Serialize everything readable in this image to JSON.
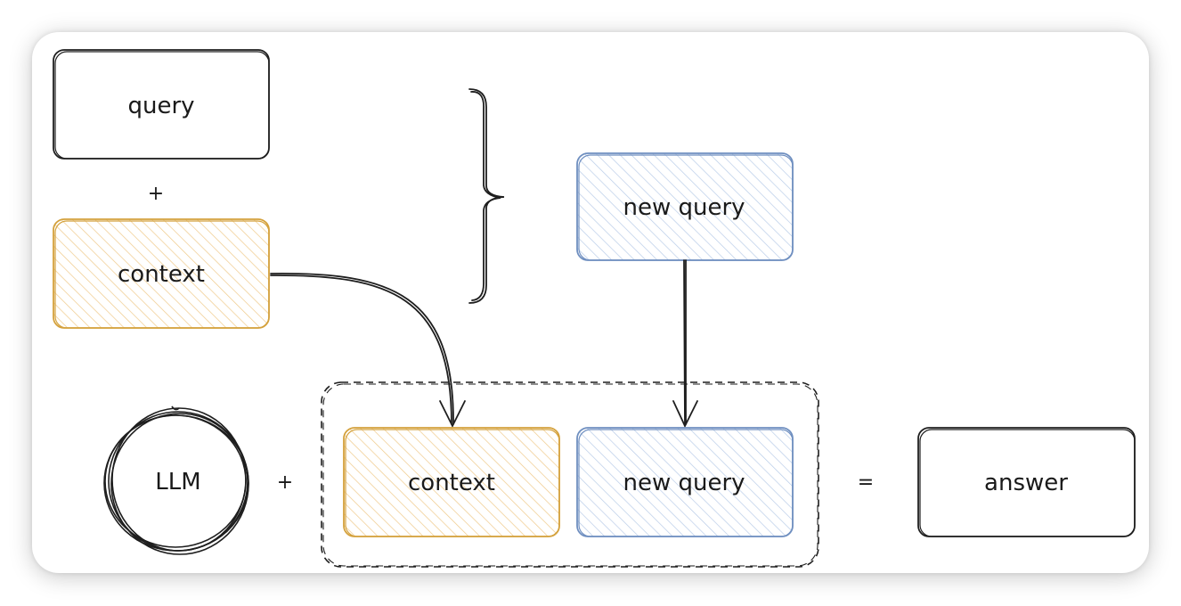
{
  "colors": {
    "stroke": "#1e1e1e",
    "context_stroke": "#d4a13c",
    "context_fill": "#f3d9a4",
    "query_stroke": "#6f8fc0",
    "query_fill": "#c9d8ef"
  },
  "top": {
    "query_label": "query",
    "plus": "+",
    "context_label": "context",
    "new_query_label": "new query"
  },
  "bottom": {
    "llm_label": "LLM",
    "plus": "+",
    "context_label": "context",
    "new_query_label": "new query",
    "equals": "=",
    "answer_label": "answer"
  }
}
